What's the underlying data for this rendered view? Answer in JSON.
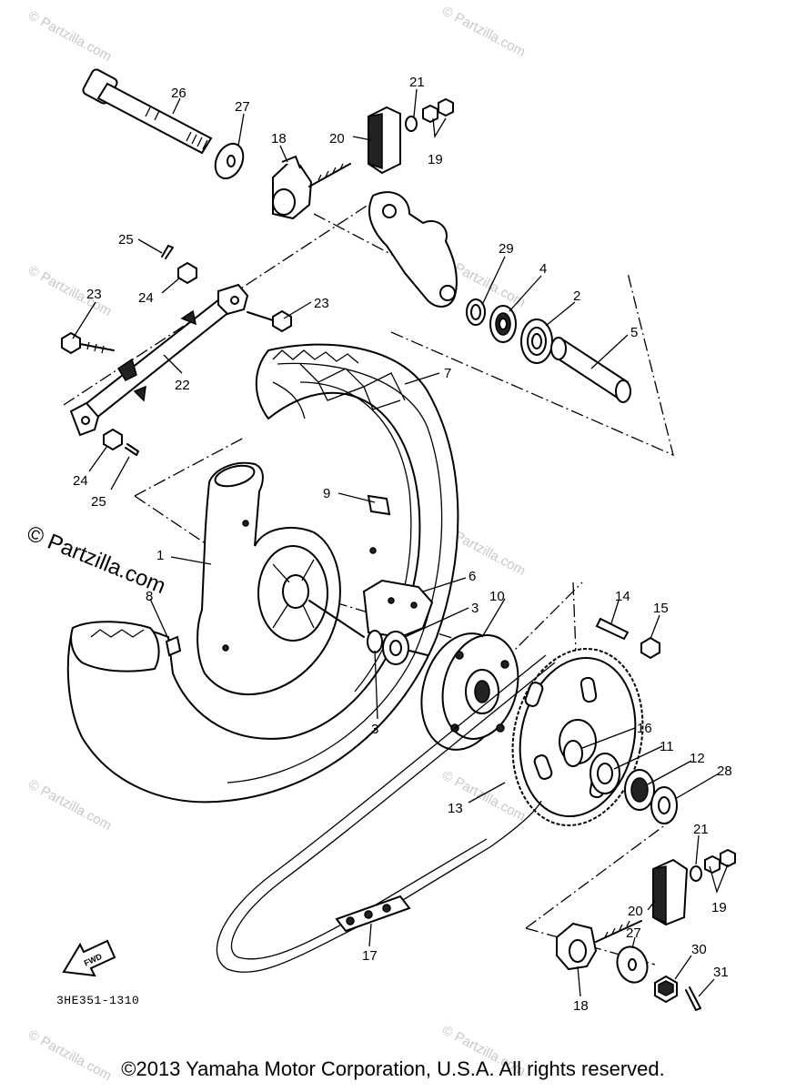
{
  "diagram_code": "3HE351-1310",
  "copyright": "©2013 Yamaha Motor Corporation, U.S.A. All rights reserved.",
  "watermark": "© Partzilla.com",
  "fwd_label": "FWD",
  "callouts": [
    "1",
    "2",
    "3",
    "3",
    "4",
    "5",
    "6",
    "7",
    "8",
    "9",
    "10",
    "11",
    "12",
    "13",
    "14",
    "15",
    "16",
    "17",
    "18",
    "18",
    "19",
    "19",
    "20",
    "20",
    "21",
    "21",
    "22",
    "23",
    "23",
    "24",
    "24",
    "25",
    "25",
    "26",
    "27",
    "27",
    "28",
    "29",
    "30",
    "31"
  ]
}
